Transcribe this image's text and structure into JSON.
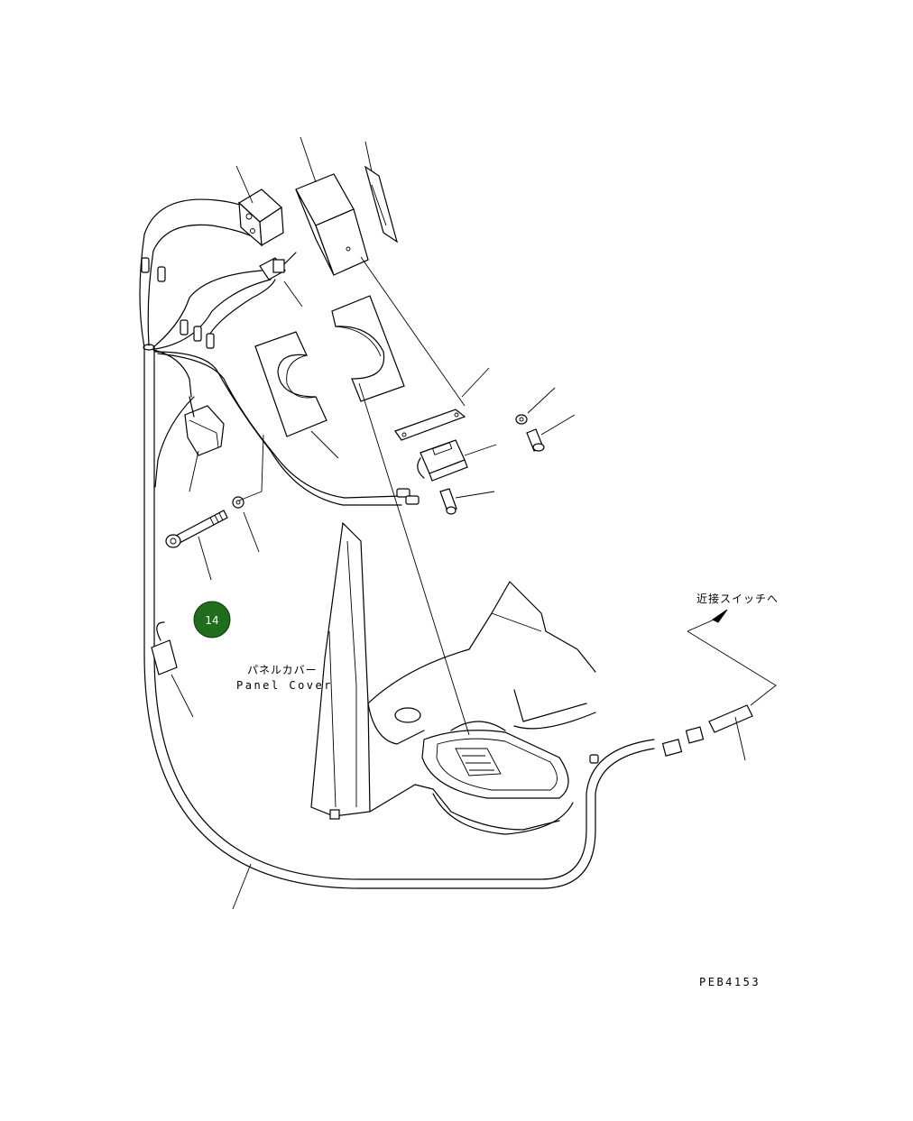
{
  "labels": {
    "panel_cover_jp": "パネルカバー",
    "panel_cover_en": "Panel Cover",
    "proximity_switch_jp": "近接スイッチへ",
    "drawing_number": "PEB4153"
  },
  "callout": {
    "number": "14",
    "color": "#1e6e1e"
  }
}
